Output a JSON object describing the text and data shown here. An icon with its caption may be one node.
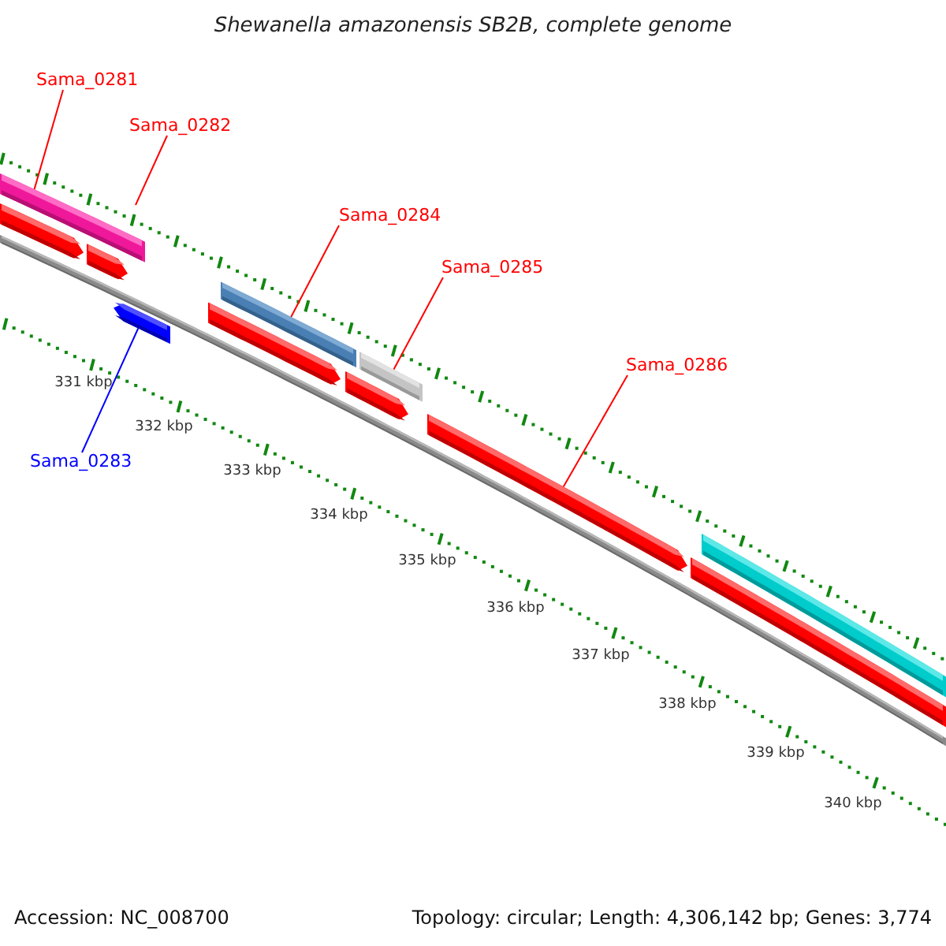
{
  "diagram": {
    "title": "Shewanella amazonensis SB2B, complete genome",
    "nodes": [
      {
        "text": [
          "Sama_0281"
        ]
      },
      {
        "text": [
          "Sama_0282"
        ]
      },
      {
        "text": [],
        "shape": "bar"
      },
      {
        "text": [],
        "shape": "arrow"
      },
      {
        "text": [],
        "shape": "arrow"
      },
      {
        "text": [],
        "shape": "arrow"
      },
      {
        "text": [
          "Sama_0283"
        ]
      },
      {
        "text": [
          "Sama_0284"
        ]
      },
      {
        "text": [],
        "shape": "bar"
      },
      {
        "text": [],
        "shape": "arrow"
      },
      {
        "text": [
          "Sama_0285"
        ]
      },
      {
        "text": [],
        "shape": "bar"
      },
      {
        "text": [],
        "shape": "arrow"
      },
      {
        "text": [
          "Sama_0286"
        ]
      },
      {
        "text": [],
        "shape": "arrow"
      },
      {
        "text": [],
        "shape": "bar"
      },
      {
        "text": [],
        "shape": "bar"
      }
    ],
    "edges": [
      {
        "from": 0,
        "to": 2,
        "arrow": "none"
      },
      {
        "from": 1,
        "to": null,
        "arrow": "none"
      },
      {
        "from": 6,
        "to": 5,
        "arrow": "none",
        "color": "#0000ff"
      },
      {
        "from": 7,
        "to": 8,
        "arrow": "none"
      },
      {
        "from": 10,
        "to": 11,
        "arrow": "none"
      },
      {
        "from": 13,
        "to": 14,
        "arrow": "none"
      }
    ],
    "labels": [
      "331 kbp",
      "332 kbp",
      "333 kbp",
      "334 kbp",
      "335 kbp",
      "336 kbp",
      "337 kbp",
      "338 kbp",
      "339 kbp",
      "340 kbp",
      "Accession: NC_008700",
      "Topology: circular; Length: 4,306,142 bp; Genes: 3,774"
    ]
  }
}
